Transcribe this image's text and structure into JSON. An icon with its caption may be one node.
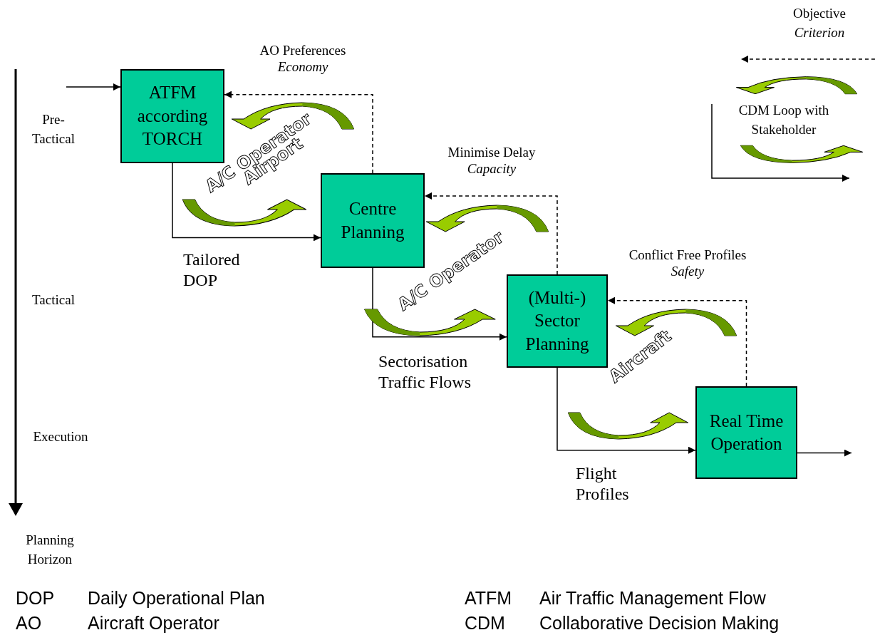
{
  "diagram": {
    "nodes": [
      {
        "text": [
          "ATFM according TORCH"
        ]
      },
      {
        "text": [
          "Centre Planning"
        ]
      },
      {
        "text": [
          "(Multi-) Sector Planning"
        ]
      },
      {
        "text": [
          "Real Time Operation"
        ]
      }
    ],
    "edges": [
      {
        "from": null,
        "to": 0,
        "arrow": "to"
      },
      {
        "from": 0,
        "to": 1,
        "arrow": "to",
        "label": "Tailored DOP"
      },
      {
        "from": 1,
        "to": 2,
        "arrow": "to",
        "label": "Sectorisation Traffic Flows"
      },
      {
        "from": 2,
        "to": 3,
        "arrow": "to",
        "label": "Flight Profiles"
      },
      {
        "from": 3,
        "to": null,
        "arrow": "to"
      },
      {
        "from": 1,
        "to": 0,
        "arrow": "to",
        "style": "dashed",
        "label": "AO Preferences *Economy*"
      },
      {
        "from": 2,
        "to": 1,
        "arrow": "to",
        "style": "dashed",
        "label": "Minimise Delay *Capacity*"
      },
      {
        "from": 3,
        "to": 2,
        "arrow": "to",
        "style": "dashed",
        "label": "Conflict Free Profiles *Safety*"
      }
    ],
    "labels": [
      "Pre-Tactical",
      "A/C Operator",
      "Airport",
      "A/C Operator",
      "Tactical",
      "Aircraft",
      "Execution",
      "Planning Horizon",
      "DOP",
      "Daily Operational Plan",
      "ATFM",
      "Air Traffic Management Flow",
      "AO",
      "Aircraft Operator",
      "CDM",
      "Collaborative Decision Making"
    ],
    "legend": [
      {
        "text": "Objective *Criterion*"
      },
      {
        "text": "CDM Loop with Stakeholder"
      }
    ]
  }
}
